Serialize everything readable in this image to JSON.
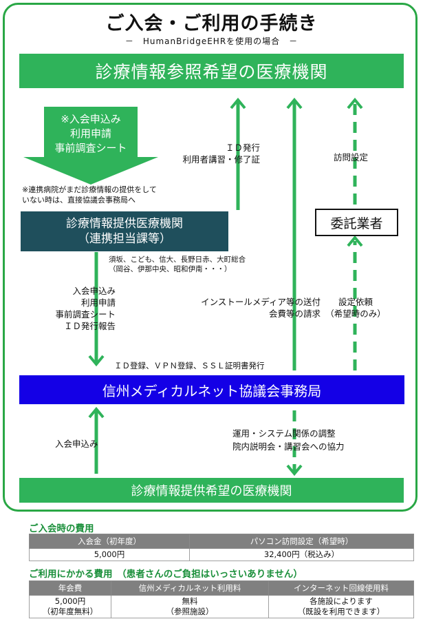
{
  "title": "ご入会・ご利用の手続き",
  "subtitle": "－　HumanBridgeEHRを使用の場合　－",
  "nodes": {
    "referral_institution": "診療情報参照希望の医療機関",
    "application_docs": [
      "※入会申込み",
      "利用申請",
      "事前調査シート"
    ],
    "provider_institution": [
      "診療情報提供医療機関",
      "（連携担当課等）"
    ],
    "contractor": "委託業者",
    "secretariat": "信州メディカルネット協議会事務局",
    "provider_hope_institution": "診療情報提供希望の医療機関"
  },
  "labels": {
    "note": [
      "※連携病院がまだ診療情報の提供をして",
      "いない時は、直接協議会事務局へ"
    ],
    "hospitals": [
      "須坂、こども、信大、長野日赤、大町総合",
      "（岡谷、伊那中央、昭和伊南・・・）"
    ],
    "id_issue": [
      "ＩＤ発行",
      "利用者講習・修了証"
    ],
    "visit_setup": "訪問設定",
    "provider_to_secretariat": [
      "入会申込み",
      "利用申請",
      "事前調査シート",
      "ＩＤ発行報告"
    ],
    "install_media": [
      "インストールメディア等の送付",
      "会費等の請求"
    ],
    "setup_request": [
      "設定依頼",
      "（希望時のみ）"
    ],
    "registration": "ＩＤ登録、ＶＰＮ登録、ＳＳＬ証明書発行",
    "join_request": "入会申込み",
    "coordination": [
      "運用・システム関係の調整",
      "院内説明会・講習会への協力"
    ]
  },
  "fees_join": {
    "heading": "ご入会時の費用",
    "headers": [
      "入会金（初年度）",
      "パソコン訪問設定（希望時）"
    ],
    "values": [
      "5,000円",
      "32,400円（税込み）"
    ]
  },
  "fees_use": {
    "heading": "ご利用にかかる費用　（患者さんのご負担はいっさいありません）",
    "headers": [
      "年会費",
      "信州メディカルネット利用料",
      "インターネット回線使用料"
    ],
    "values": [
      [
        "5,000円",
        "（初年度無料）"
      ],
      [
        "無料",
        "（参照施設）"
      ],
      [
        "各施設によります",
        "（既設を利用できます）"
      ]
    ]
  },
  "colors": {
    "green": "#2fb35a",
    "teal": "#1f4f5c",
    "blue": "#1400e6",
    "frame": "#29a745",
    "heading_green": "#1a8f3a"
  }
}
